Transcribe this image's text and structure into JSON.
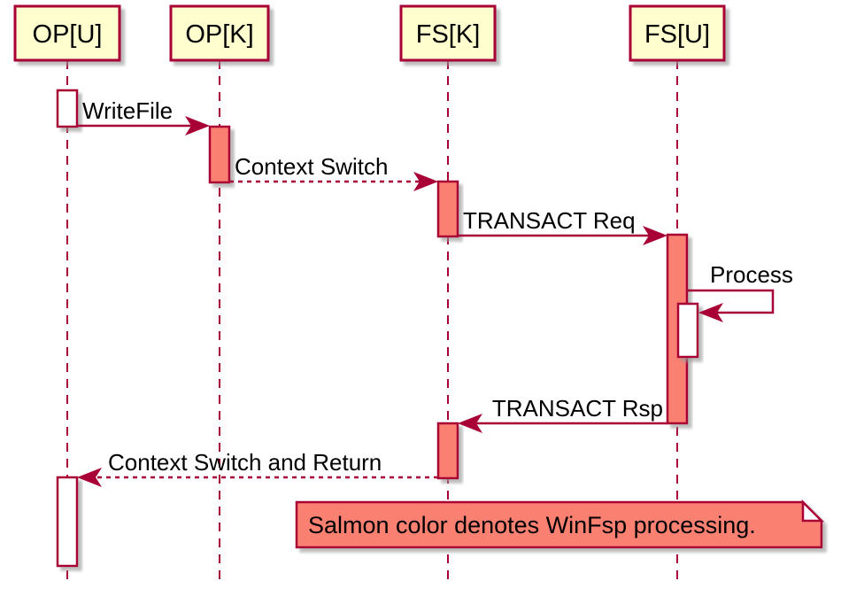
{
  "diagram": {
    "type": "sequence",
    "colors": {
      "line": "#A80036",
      "participant_fill": "#FEFECE",
      "salmon_fill": "#FA8072",
      "white_fill": "#FFFFFF",
      "shadow": "#999999",
      "text": "#000000"
    },
    "participants": [
      {
        "label": "OP[U]"
      },
      {
        "label": "OP[K]"
      },
      {
        "label": "FS[K]"
      },
      {
        "label": "FS[U]"
      }
    ],
    "messages": [
      {
        "label": "WriteFile",
        "from": "OP[U]",
        "to": "OP[K]",
        "style": "solid"
      },
      {
        "label": "Context Switch",
        "from": "OP[K]",
        "to": "FS[K]",
        "style": "dashed"
      },
      {
        "label": "TRANSACT Req",
        "from": "FS[K]",
        "to": "FS[U]",
        "style": "solid"
      },
      {
        "label": "Process",
        "from": "FS[U]",
        "to": "FS[U]",
        "style": "self"
      },
      {
        "label": "TRANSACT Rsp",
        "from": "FS[U]",
        "to": "FS[K]",
        "style": "solid"
      },
      {
        "label": "Context Switch and Return",
        "from": "FS[K]",
        "to": "OP[U]",
        "style": "dashed"
      }
    ],
    "note": {
      "text": "Salmon color denotes WinFsp processing."
    }
  }
}
